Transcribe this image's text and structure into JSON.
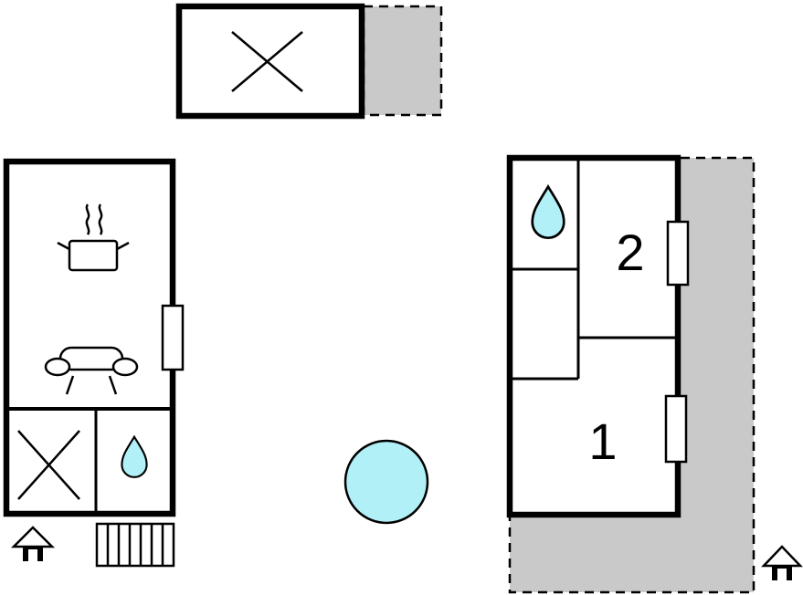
{
  "page": {
    "title": "Holiday home floor plan"
  },
  "colors": {
    "line": "#000000",
    "background": "#ffffff",
    "gray_area": "#c9c9c9",
    "water": "#b2f0f8"
  },
  "labels": {
    "bedroom_1": "1",
    "bedroom_2": "2"
  },
  "icons": {
    "cross_symbol": "crossed-diagonals (unspecified area / hob)",
    "stove_pot": "cooking pot with steam",
    "sofa": "sofa / seating group",
    "water_drop": "water / bathroom drop",
    "hot_tub": "round tub / pool circle",
    "stairs": "striped steps",
    "house_marker": "small house entrance marker",
    "window": "wall window opening"
  }
}
